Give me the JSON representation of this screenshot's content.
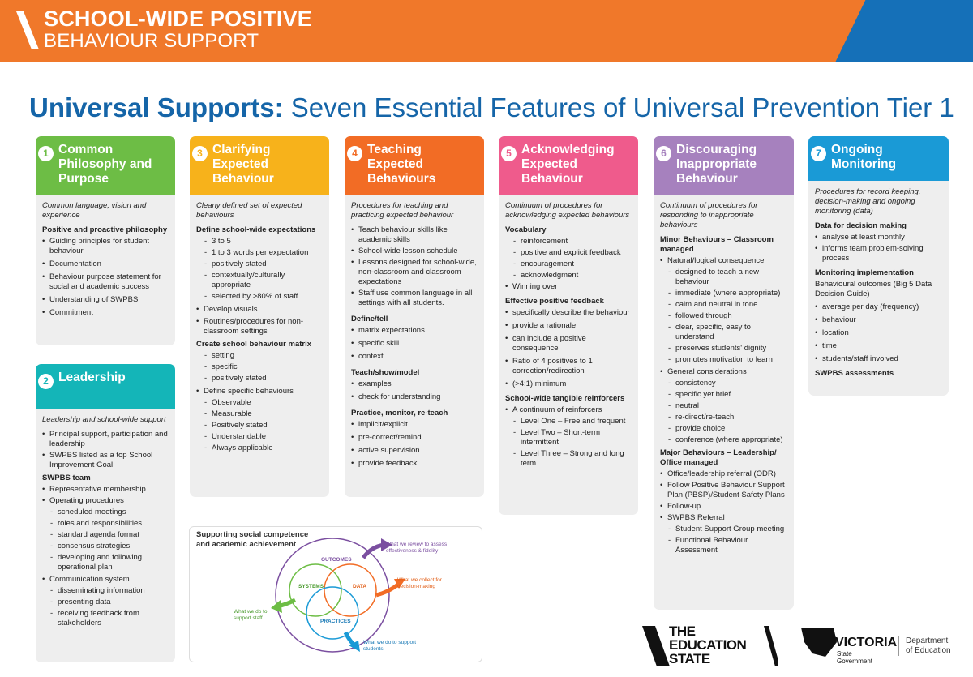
{
  "banner": {
    "line1": "SCHOOL-WIDE POSITIVE",
    "line2": "BEHAVIOUR SUPPORT"
  },
  "title": {
    "bold": "Universal Supports:",
    "rest": " Seven Essential Features of Universal Prevention Tier 1"
  },
  "colors": {
    "orange": "#f0782a",
    "blue": "#1570b8",
    "green": "#6dbd45",
    "teal": "#14b5b8",
    "yellow": "#f7b21b",
    "orange2": "#f26c25",
    "pink": "#ef5b8c",
    "purple": "#a681be",
    "sky": "#1a9ad6"
  },
  "c1": {
    "num": "1",
    "title": "Common Philosophy and Purpose",
    "intro": "Common language, vision and experience",
    "h1": "Positive and proactive philosophy",
    "items": [
      "Guiding principles for student behaviour",
      "Documentation",
      "Behaviour purpose statement for social and academic success",
      "Understanding of SWPBS",
      "Commitment"
    ]
  },
  "c2": {
    "num": "2",
    "title": "Leadership",
    "intro": "Leadership and school-wide support",
    "items1": [
      "Principal support, participation and leadership",
      "SWPBS listed as a top School Improvement Goal"
    ],
    "h1": "SWPBS team",
    "i_rep": "Representative membership",
    "i_op": "Operating procedures",
    "op_subs": [
      "scheduled meetings",
      "roles and responsibilities",
      "standard agenda format",
      "consensus strategies",
      "developing and following operational plan"
    ],
    "i_comm": "Communication system",
    "comm_subs": [
      "disseminating information",
      "presenting data",
      "receiving feedback from stakeholders"
    ]
  },
  "c3": {
    "num": "3",
    "title": "Clarifying Expected Behaviour",
    "intro": "Clearly defined set of expected behaviours",
    "h1": "Define school-wide expectations",
    "subs1": [
      "3 to 5",
      "1 to 3 words per expectation",
      "positively stated",
      "contextually/culturally appropriate",
      "selected by >80% of staff"
    ],
    "items2": [
      "Develop visuals",
      "Routines/procedures for non-classroom settings"
    ],
    "h2": "Create school behaviour matrix",
    "subs2": [
      "setting",
      "specific",
      "positively stated"
    ],
    "i_def": "Define specific behaviours",
    "subs3": [
      "Observable",
      "Measurable",
      "Positively stated",
      "Understandable",
      "Always applicable"
    ]
  },
  "c4": {
    "num": "4",
    "title": "Teaching Expected Behaviours",
    "intro": "Procedures for teaching and practicing expected behaviour",
    "items1": [
      "Teach behaviour skills like academic skills",
      "School-wide lesson schedule",
      "Lessons designed for school-wide, non-classroom and classroom expectations",
      "Staff use common language in all settings with all students."
    ],
    "h1": "Define/tell",
    "items2": [
      "matrix expectations",
      "specific skill",
      "context"
    ],
    "h2": "Teach/show/model",
    "items3": [
      "examples",
      "check for understanding"
    ],
    "h3": "Practice, monitor, re-teach",
    "items4": [
      "implicit/explicit",
      "pre-correct/remind",
      "active supervision",
      "provide feedback"
    ]
  },
  "c5": {
    "num": "5",
    "title": "Acknowledging Expected Behaviour",
    "intro": "Continuum of procedures for acknowledging expected behaviours",
    "h1": "Vocabulary",
    "subs1": [
      "reinforcement",
      "positive and explicit feedback",
      "encouragement",
      "acknowledgment"
    ],
    "i_win": "Winning over",
    "h2": "Effective positive feedback",
    "items2": [
      "specifically describe the behaviour",
      "provide a rationale",
      "can include a positive consequence",
      "Ratio of 4 positives to 1 correction/redirection",
      "(>4:1) minimum"
    ],
    "h3": "School-wide tangible reinforcers",
    "i_cont": "A continuum of reinforcers",
    "subs3": [
      "Level One – Free and frequent",
      "Level Two – Short-term intermittent",
      "Level Three – Strong and long term"
    ]
  },
  "c6": {
    "num": "6",
    "title": "Discouraging Inappropriate Behaviour",
    "intro": "Continuum of procedures for responding to inappropriate behaviours",
    "h1": "Minor Behaviours – Classroom managed",
    "i_nat": "Natural/logical consequence",
    "subs1": [
      "designed to teach a new behaviour",
      "immediate (where appropriate)",
      "calm and neutral in tone",
      "followed through",
      "clear, specific, easy to understand",
      "preserves students' dignity",
      "promotes motivation to learn"
    ],
    "i_gen": "General considerations",
    "subs2": [
      "consistency",
      "specific yet brief",
      "neutral",
      "re-direct/re-teach",
      "provide choice",
      "conference (where appropriate)"
    ],
    "h2": "Major Behaviours – Leadership/ Office managed",
    "items3": [
      "Office/leadership referral (ODR)",
      "Follow Positive Behaviour Support Plan (PBSP)/Student Safety Plans",
      "Follow-up"
    ],
    "i_ref": "SWPBS Referral",
    "subs4": [
      "Student Support Group meeting",
      "Functional Behaviour Assessment"
    ]
  },
  "c7": {
    "num": "7",
    "title": "Ongoing Monitoring",
    "intro": "Procedures for record keeping, decision-making and ongoing monitoring (data)",
    "h1": "Data for decision making",
    "items1": [
      "analyse at least monthly",
      "informs team problem-solving process"
    ],
    "h2": "Monitoring implementation",
    "p2": "Behavioural outcomes (Big 5 Data Decision Guide)",
    "items2": [
      "average per day (frequency)",
      "behaviour",
      "location",
      "time",
      "students/staff involved"
    ],
    "h3": "SWPBS assessments"
  },
  "diagram": {
    "title1": "Supporting social competence",
    "title2": "and academic achievement",
    "outcomes": "OUTCOMES",
    "systems": "SYSTEMS",
    "data": "DATA",
    "practices": "PRACTICES",
    "review1": "What we review to assess",
    "review2": "effectiveness & fidelity",
    "collect1": "What we collect for",
    "collect2": "decision-making",
    "staff1": "What we do to",
    "staff2": "support staff",
    "students1": "What we do to support",
    "students2": "students"
  },
  "logos": {
    "edu1": "THE",
    "edu2": "EDUCATION",
    "edu3": "STATE",
    "victoria": "VICTORIA",
    "state": "State",
    "gov": "Government",
    "dept1": "Department",
    "dept2": "of Education"
  }
}
